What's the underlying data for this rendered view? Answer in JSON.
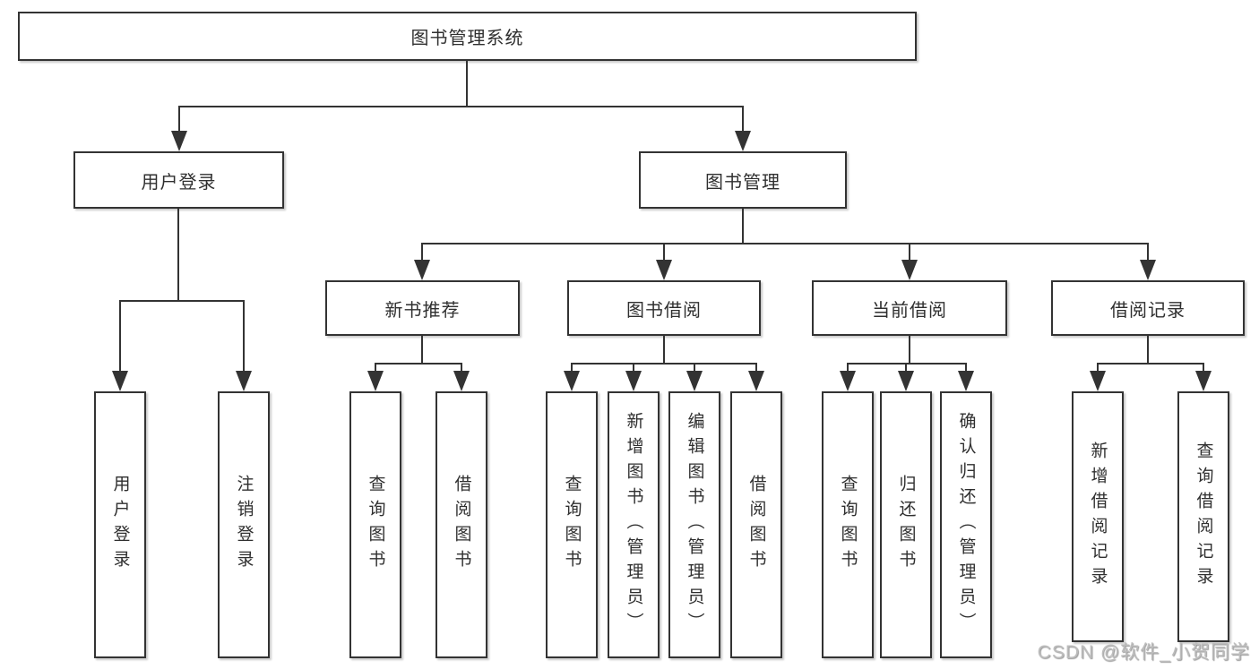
{
  "tree": {
    "label": "图书管理系统",
    "children": [
      {
        "label": "用户登录",
        "children": [
          {
            "label": "用户登录"
          },
          {
            "label": "注销登录"
          }
        ]
      },
      {
        "label": "图书管理",
        "children": [
          {
            "label": "新书推荐",
            "children": [
              {
                "label": "查询图书"
              },
              {
                "label": "借阅图书"
              }
            ]
          },
          {
            "label": "图书借阅",
            "children": [
              {
                "label": "查询图书"
              },
              {
                "label": "新增图书（管理员）"
              },
              {
                "label": "编辑图书（管理员）"
              },
              {
                "label": "借阅图书"
              }
            ]
          },
          {
            "label": "当前借阅",
            "children": [
              {
                "label": "查询图书"
              },
              {
                "label": "归还图书"
              },
              {
                "label": "确认归还（管理员）"
              }
            ]
          },
          {
            "label": "借阅记录",
            "children": [
              {
                "label": "新增借阅记录"
              },
              {
                "label": "查询借阅记录"
              }
            ]
          }
        ]
      }
    ]
  },
  "watermark": {
    "text": "CSDN @软件_小贺同学"
  },
  "colors": {
    "line": "#333333",
    "box_border": "#333333",
    "text": "#2f2f2f",
    "background": "#ffffff",
    "watermark": "#bdbdbd"
  }
}
